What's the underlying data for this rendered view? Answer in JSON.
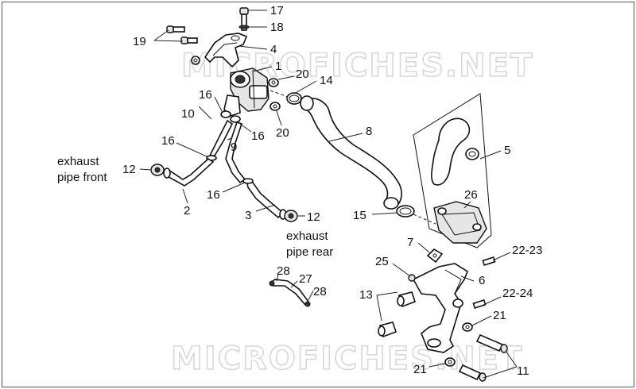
{
  "watermark": {
    "top": "MICROFICHES.NET",
    "bottom": "MICROFICHES.NET"
  },
  "callouts": {
    "c1": "1",
    "c2": "2",
    "c3": "3",
    "c4": "4",
    "c5": "5",
    "c6": "6",
    "c7": "7",
    "c8": "8",
    "c9": "9",
    "c10": "10",
    "c11": "11",
    "c12a": "12",
    "c12b": "12",
    "c13": "13",
    "c14": "14",
    "c15": "15",
    "c16a": "16",
    "c16b": "16",
    "c16c": "16",
    "c16d": "16",
    "c17": "17",
    "c18": "18",
    "c19": "19",
    "c20a": "20",
    "c20b": "20",
    "c21a": "21",
    "c21b": "21",
    "c22_23": "22-23",
    "c22_24": "22-24",
    "c25": "25",
    "c26": "26",
    "c27": "27",
    "c28a": "28",
    "c28b": "28"
  },
  "captions": {
    "exhaust_front_line1": "exhaust",
    "exhaust_front_line2": "pipe front",
    "exhaust_rear_line1": "exhaust",
    "exhaust_rear_line2": "pipe rear"
  }
}
